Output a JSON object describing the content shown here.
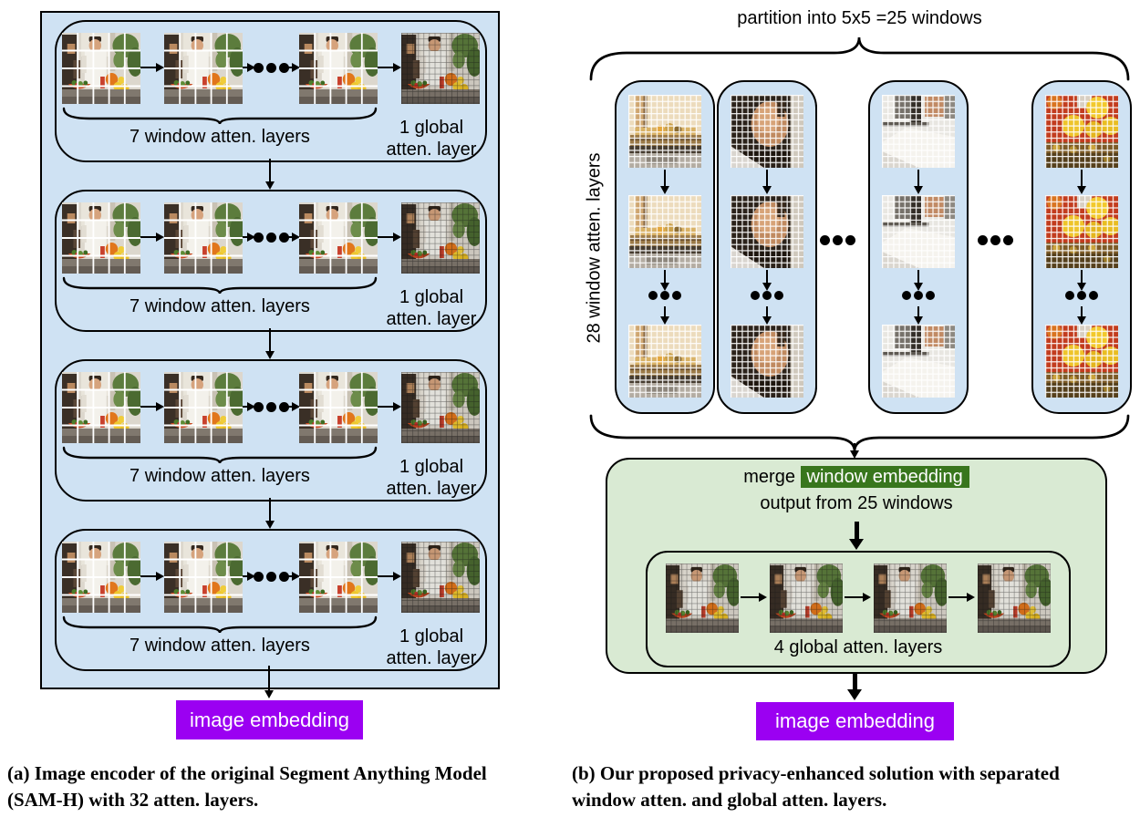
{
  "colors": {
    "panel_blue": "#cfe2f3",
    "box_green": "#d9ead3",
    "highlight_green": "#38761d",
    "embedding_purple": "#9b00f2"
  },
  "panel_a": {
    "blocks": [
      {
        "window_label": "7 window atten. layers",
        "global_label_line1": "1 global",
        "global_label_line2": "atten. layer"
      },
      {
        "window_label": "7 window atten. layers",
        "global_label_line1": "1 global",
        "global_label_line2": "atten. layer"
      },
      {
        "window_label": "7 window atten. layers",
        "global_label_line1": "1 global",
        "global_label_line2": "atten. layer"
      },
      {
        "window_label": "7 window atten. layers",
        "global_label_line1": "1 global",
        "global_label_line2": "atten. layer"
      }
    ],
    "output_label": "image embedding",
    "caption_line1": "(a) Image encoder of the original Segment Anything Model",
    "caption_line2": "(SAM-H) with 32 atten. layers."
  },
  "panel_b": {
    "partition_label": "partition into 5x5 =25 windows",
    "side_label": "28 window atten. layers",
    "merge_prefix": "merge",
    "merge_highlight": "window embedding",
    "merge_line2": "output from 25 windows",
    "global_label": "4 global atten. layers",
    "output_label": "image embedding",
    "caption_line1": "(b) Our proposed privacy-enhanced solution with separated",
    "caption_line2": "window atten. and global atten. layers."
  }
}
